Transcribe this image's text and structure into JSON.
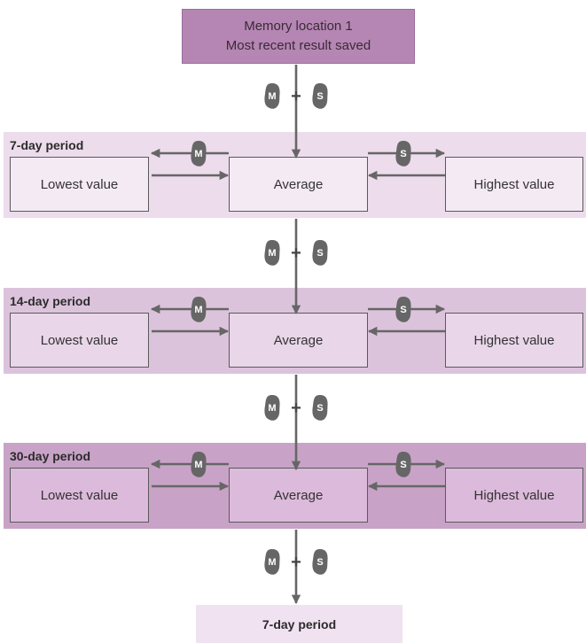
{
  "top": {
    "line1": "Memory location 1",
    "line2": "Most recent result saved"
  },
  "buttons": {
    "m": "M",
    "s": "S",
    "plus": "+"
  },
  "periods": [
    {
      "title": "7-day period",
      "lowest": "Lowest value",
      "average": "Average",
      "highest": "Highest value"
    },
    {
      "title": "14-day period",
      "lowest": "Lowest value",
      "average": "Average",
      "highest": "Highest value"
    },
    {
      "title": "30-day period",
      "lowest": "Lowest value",
      "average": "Average",
      "highest": "Highest value"
    }
  ],
  "bottom": {
    "label": "7-day period"
  },
  "colors": {
    "arrow": "#666666",
    "button": "#666666",
    "top_box": "#b586b3",
    "band_7": "#ecdcec",
    "band_14": "#dcc3dc",
    "band_30": "#c8a3c7"
  }
}
